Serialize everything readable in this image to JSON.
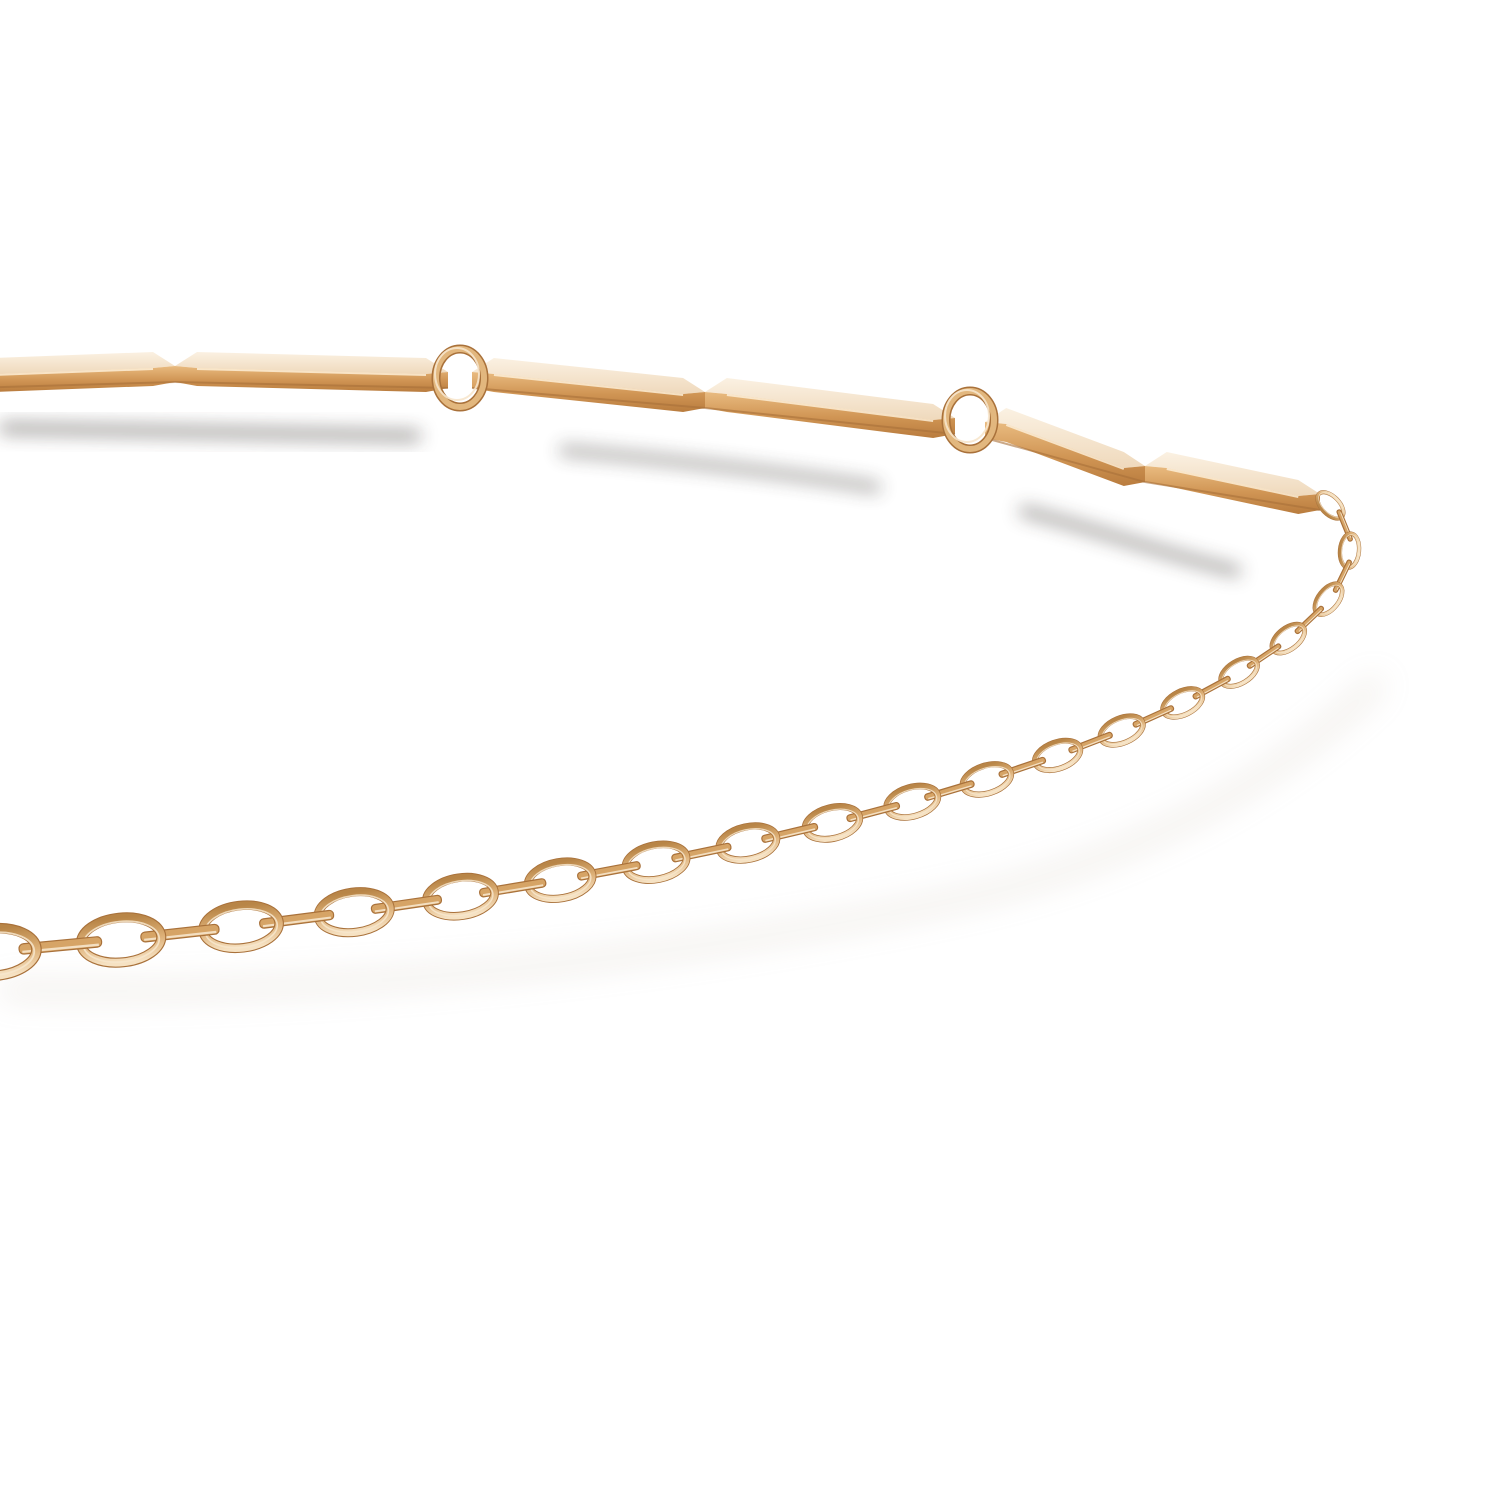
{
  "product": {
    "subject": "bracelet",
    "material_colors": {
      "gold_base": "#e2b77e",
      "gold_light": "#f7e6cc",
      "gold_mid": "#d6a466",
      "gold_dark": "#a9713a",
      "shadow": "#2f2b27",
      "background": "#ffffff"
    },
    "plates_count": 6,
    "jump_rings_count": 2
  }
}
